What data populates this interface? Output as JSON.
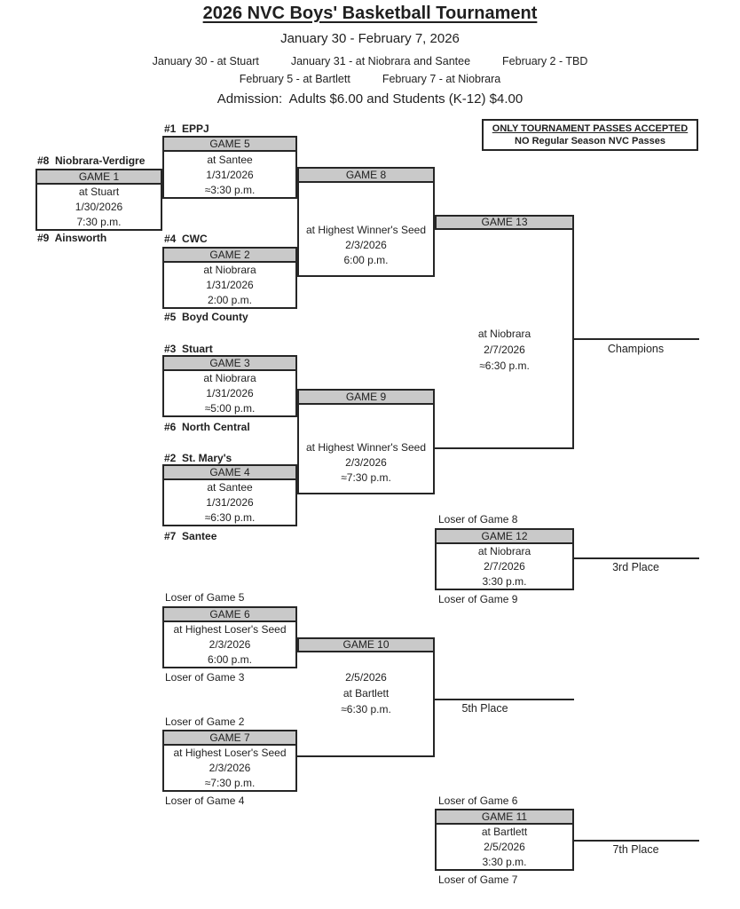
{
  "header": {
    "title": "2026 NVC Boys' Basketball Tournament",
    "date_range": "January 30 - February 7, 2026",
    "venue_line1": [
      "January 30 - at Stuart",
      "January 31 - at Niobrara and Santee",
      "February 2 - TBD"
    ],
    "venue_line2": [
      "February 5 - at Bartlett",
      "February 7 - at Niobrara"
    ],
    "admission": "Admission:  Adults $6.00 and Students (K-12) $4.00"
  },
  "notice": {
    "line1": "ONLY TOURNAMENT PASSES ACCEPTED",
    "line2": "NO Regular Season NVC Passes"
  },
  "bracket": {
    "seeds": {
      "s1": "#1  EPPJ",
      "s2": "#2  St. Mary's",
      "s3": "#3  Stuart",
      "s4": "#4  CWC",
      "s5": "#5  Boyd County",
      "s6": "#6  North Central",
      "s7": "#7  Santee",
      "s8": "#8  Niobrara-Verdigre",
      "s9": "#9  Ainsworth"
    },
    "games": {
      "game1": {
        "title": "GAME 1",
        "lines": [
          "at Stuart",
          "1/30/2026",
          "7:30 p.m."
        ]
      },
      "game2": {
        "title": "GAME 2",
        "lines": [
          "at Niobrara",
          "1/31/2026",
          "2:00 p.m."
        ]
      },
      "game3": {
        "title": "GAME 3",
        "lines": [
          "at Niobrara",
          "1/31/2026",
          "≈5:00 p.m."
        ]
      },
      "game4": {
        "title": "GAME 4",
        "lines": [
          "at Santee",
          "1/31/2026",
          "≈6:30 p.m."
        ]
      },
      "game5": {
        "title": "GAME 5",
        "lines": [
          "at Santee",
          "1/31/2026",
          "≈3:30 p.m."
        ]
      },
      "game6": {
        "title": "GAME 6",
        "lines": [
          "at Highest Loser's Seed",
          "2/3/2026",
          "6:00 p.m."
        ]
      },
      "game7": {
        "title": "GAME 7",
        "lines": [
          "at Highest Loser's Seed",
          "2/3/2026",
          "≈7:30 p.m."
        ]
      },
      "game8": {
        "title": "GAME 8",
        "lines": [
          "at Highest Winner's Seed",
          "2/3/2026",
          "6:00 p.m."
        ]
      },
      "game9": {
        "title": "GAME 9",
        "lines": [
          "at Highest Winner's Seed",
          "2/3/2026",
          "≈7:30 p.m."
        ]
      },
      "game10": {
        "title": "GAME 10",
        "lines": [
          "2/5/2026",
          "at Bartlett",
          "≈6:30 p.m."
        ]
      },
      "game11": {
        "title": "GAME 11",
        "lines": [
          "at Bartlett",
          "2/5/2026",
          "3:30 p.m."
        ]
      },
      "game12": {
        "title": "GAME 12",
        "lines": [
          "at Niobrara",
          "2/7/2026",
          "3:30 p.m."
        ]
      },
      "game13": {
        "title": "GAME 13",
        "lines": [
          "at Niobrara",
          "2/7/2026",
          "≈6:30 p.m."
        ]
      }
    },
    "feeders": {
      "loser2": "Loser of Game 2",
      "loser3": "Loser of Game 3",
      "loser4": "Loser of Game 4",
      "loser5": "Loser of Game 5",
      "loser6": "Loser of Game 6",
      "loser7": "Loser of Game 7",
      "loser8": "Loser of Game 8",
      "loser9": "Loser of Game 9"
    },
    "places": {
      "champions": "Champions",
      "third": "3rd Place",
      "fifth": "5th Place",
      "seventh": "7th Place"
    }
  },
  "colors": {
    "game_header_band": "#c9c9c9",
    "line": "#262626",
    "text": "#1f1f1f",
    "background": "#ffffff"
  }
}
